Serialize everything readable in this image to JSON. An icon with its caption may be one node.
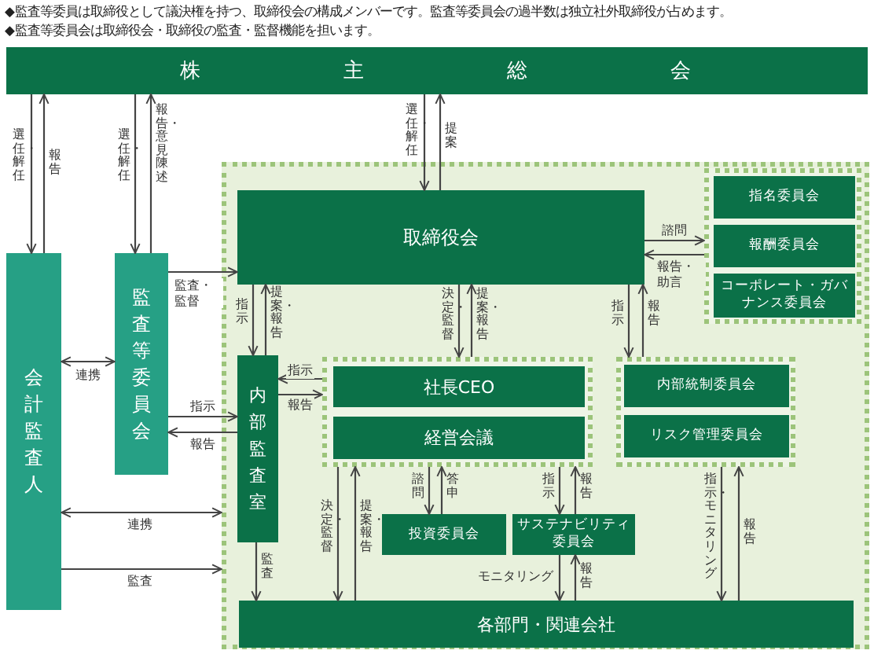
{
  "diagram": {
    "nodes": [
      {
        "text": [
          "株主総会"
        ]
      },
      {
        "text": [
          "会計監査人"
        ]
      },
      {
        "text": [
          "監査等委員会"
        ]
      },
      {
        "text": [],
        "shape": "box"
      },
      {
        "text": [
          "取締役会"
        ],
        "in": 3
      },
      {
        "text": [],
        "shape": "box",
        "in": 3
      },
      {
        "text": [
          "指名委員会"
        ],
        "in": 5
      },
      {
        "text": [
          "報酬委員会"
        ],
        "in": 5
      },
      {
        "text": [
          "コーポレート・ガバナンス委員会"
        ],
        "in": 5
      },
      {
        "text": [
          "内部監査室"
        ],
        "in": 3
      },
      {
        "text": [],
        "shape": "box",
        "in": 3
      },
      {
        "text": [
          "社長CEO"
        ],
        "in": 10
      },
      {
        "text": [
          "経営会議"
        ],
        "in": 10
      },
      {
        "text": [],
        "shape": "box",
        "in": 3
      },
      {
        "text": [
          "内部統制委員会"
        ],
        "in": 13
      },
      {
        "text": [
          "リスク管理委員会"
        ],
        "in": 13
      },
      {
        "text": [
          "投資委員会"
        ],
        "in": 3
      },
      {
        "text": [
          "サステナビリティ委員会"
        ],
        "in": 3
      },
      {
        "text": [
          "各部門・関連会社"
        ],
        "in": 3
      }
    ],
    "edges": [
      {
        "from": 0,
        "to": 1,
        "arrow": "to",
        "label": "選任・解任"
      },
      {
        "from": 1,
        "to": 0,
        "arrow": "to",
        "label": "報告"
      },
      {
        "from": 0,
        "to": 2,
        "arrow": "to",
        "label": "選任・解任"
      },
      {
        "from": 2,
        "to": 0,
        "arrow": "to",
        "label": "報告・意見陳述"
      },
      {
        "from": 0,
        "to": 4,
        "arrow": "to",
        "label": "選任・解任"
      },
      {
        "from": 4,
        "to": 0,
        "arrow": "to",
        "label": "提案"
      },
      {
        "from": 2,
        "to": 4,
        "arrow": "to",
        "label": "監査・監督"
      },
      {
        "from": 4,
        "to": 9,
        "arrow": "to",
        "label": "指示"
      },
      {
        "from": 9,
        "to": 4,
        "arrow": "to",
        "label": "提案・報告"
      },
      {
        "from": 1,
        "to": 2,
        "arrow": "both",
        "label": "連携"
      },
      {
        "from": 2,
        "to": 9,
        "arrow": "to",
        "label": "指示"
      },
      {
        "from": 9,
        "to": 2,
        "arrow": "to",
        "label": "報告"
      },
      {
        "from": 10,
        "to": 9,
        "arrow": "to",
        "label": "指示"
      },
      {
        "from": 9,
        "to": 10,
        "arrow": "to",
        "label": "報告"
      },
      {
        "from": 4,
        "to": 10,
        "arrow": "to",
        "label": "決定・監督"
      },
      {
        "from": 10,
        "to": 4,
        "arrow": "to",
        "label": "提案・報告"
      },
      {
        "from": 4,
        "to": 5,
        "arrow": "to",
        "label": "諮問"
      },
      {
        "from": 5,
        "to": 4,
        "arrow": "to",
        "label": "報告・助言"
      },
      {
        "from": 4,
        "to": 13,
        "arrow": "to",
        "label": "指示"
      },
      {
        "from": 13,
        "to": 4,
        "arrow": "to",
        "label": "報告"
      },
      {
        "from": 1,
        "to": 3,
        "arrow": "both",
        "label": "連携"
      },
      {
        "from": 1,
        "to": 3,
        "arrow": "to",
        "label": "監査"
      },
      {
        "from": 9,
        "to": 18,
        "arrow": "to",
        "label": "監査"
      },
      {
        "from": 10,
        "to": 18,
        "arrow": "to",
        "label": "決定・監督"
      },
      {
        "from": 18,
        "to": 10,
        "arrow": "to",
        "label": "提案・報告"
      },
      {
        "from": 10,
        "to": 16,
        "arrow": "to",
        "label": "諮問"
      },
      {
        "from": 16,
        "to": 10,
        "arrow": "to",
        "label": "答申"
      },
      {
        "from": 10,
        "to": 17,
        "arrow": "to",
        "label": "指示"
      },
      {
        "from": 17,
        "to": 10,
        "arrow": "to",
        "label": "報告"
      },
      {
        "from": 17,
        "to": 18,
        "arrow": "to",
        "label": "モニタリング"
      },
      {
        "from": 18,
        "to": 17,
        "arrow": "to",
        "label": "報告"
      },
      {
        "from": 13,
        "to": 18,
        "arrow": "to",
        "label": "指示・モニタリング"
      },
      {
        "from": 18,
        "to": 13,
        "arrow": "to",
        "label": "報告"
      }
    ],
    "labels": [
      "◆監査等委員は取締役として議決権を持つ、取締役会の構成メンバーです。監査等委員会の過半数は独立社外取締役が占めます。",
      "◆監査等委員会は取締役会・取締役の監査・監督機能を担います。"
    ]
  }
}
